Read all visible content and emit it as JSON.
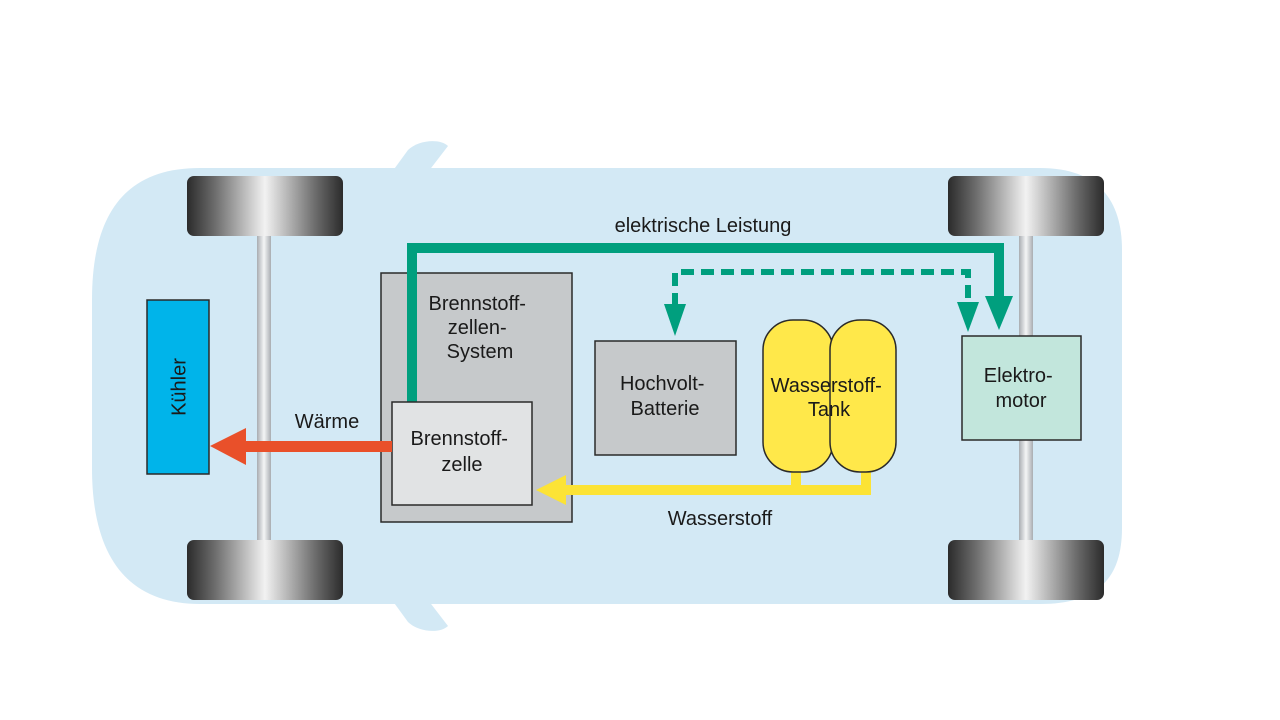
{
  "colors": {
    "car_body": "#d3e9f5",
    "wheel_tire": "#3a3a3a",
    "axle": "#c8ccd0",
    "kuehler": "#00b4ea",
    "system_box": "#c6c9cb",
    "cell_box": "#e1e3e4",
    "battery_box": "#c6c9cb",
    "tank": "#ffe84a",
    "motor_box": "#c2e6dc",
    "electric_arrow": "#009f7e",
    "heat_arrow": "#e9502a",
    "hydrogen_arrow": "#fce335"
  },
  "components": {
    "kuehler": "Kühler",
    "brennstoffzellen_system": [
      "Brennstoff-",
      "zellen-",
      "System"
    ],
    "brennstoffzelle": [
      "Brennstoff-",
      "zelle"
    ],
    "batterie": [
      "Hochvolt-",
      "Batterie"
    ],
    "tank": [
      "Wasserstoff-",
      "Tank"
    ],
    "motor": [
      "Elektro-",
      "motor"
    ]
  },
  "flows": {
    "electric": "elektrische Leistung",
    "heat": "Wärme",
    "hydrogen": "Wasserstoff"
  }
}
